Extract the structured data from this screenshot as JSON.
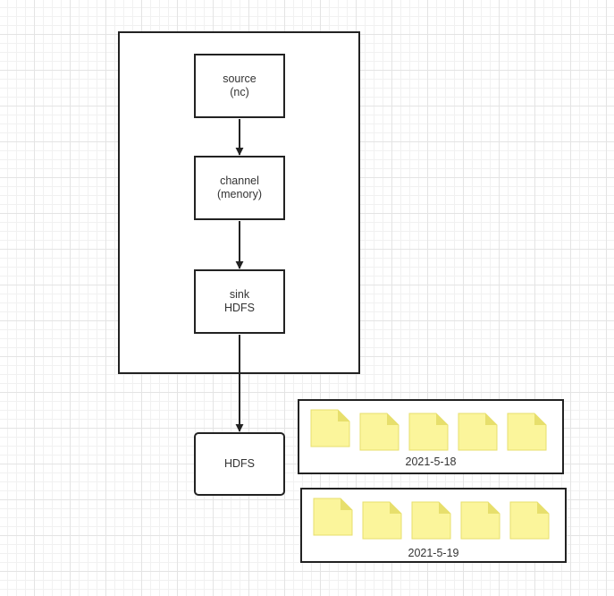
{
  "nodes": {
    "source": {
      "line1": "source",
      "line2": "(nc)"
    },
    "channel": {
      "line1": "channel",
      "line2": "(menory)"
    },
    "sink": {
      "line1": "sink",
      "line2": "HDFS"
    },
    "hdfs": {
      "label": "HDFS"
    }
  },
  "partitions": [
    {
      "date": "2021-5-18",
      "file_count": 5
    },
    {
      "date": "2021-5-19",
      "file_count": 5
    }
  ],
  "colors": {
    "stroke": "#222222",
    "text": "#333333",
    "file_fill": "#fbf59b",
    "file_fold": "#e7df6c"
  }
}
